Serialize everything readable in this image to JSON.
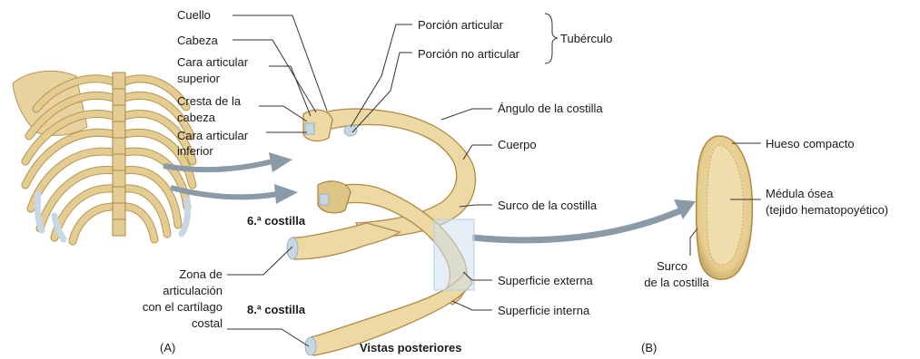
{
  "labels": {
    "cuello": "Cuello",
    "cabeza": "Cabeza",
    "cara_articular_superior_1": "Cara articular",
    "cara_articular_superior_2": "superior",
    "cresta_1": "Cresta de la",
    "cresta_2": "cabeza",
    "cara_articular_inferior_1": "Cara articular",
    "cara_articular_inferior_2": "inferior",
    "porcion_articular": "Porción articular",
    "porcion_no_articular": "Porción no articular",
    "tuberculo": "Tubérculo",
    "angulo": "Ángulo de la costilla",
    "cuerpo": "Cuerpo",
    "surco": "Surco de la costilla",
    "costilla_6": "6.ª costilla",
    "costilla_8": "8.ª costilla",
    "zona_1": "Zona de",
    "zona_2": "articulación",
    "zona_3": "con el cartílago",
    "zona_4": "costal",
    "superficie_externa": "Superficie externa",
    "superficie_interna": "Superficie interna",
    "hueso_compacto": "Hueso compacto",
    "medula_1": "Médula ósea",
    "medula_2": "(tejido hematopoyético)",
    "surco_b_1": "Surco",
    "surco_b_2": "de la costilla",
    "panel_a": "(A)",
    "panel_b": "(B)",
    "vistas": "Vistas posteriores"
  },
  "colors": {
    "bone": "#ecd9a4",
    "bone_outline": "#b08a48",
    "cartilage": "#c7d7e3",
    "arrow": "#8a9aa6",
    "highlight_box": "#cfe0ee"
  }
}
